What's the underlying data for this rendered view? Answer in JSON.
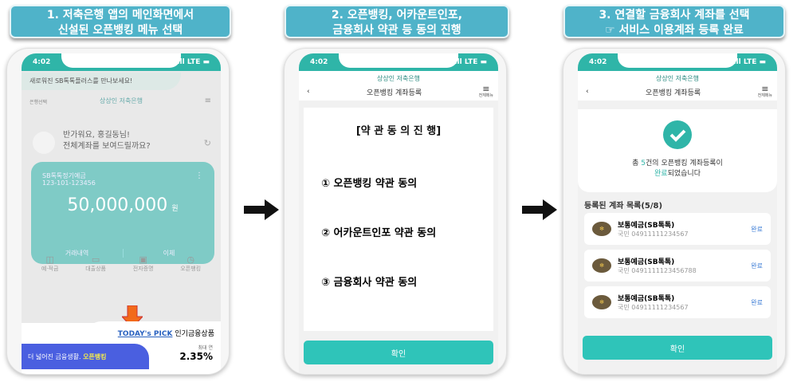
{
  "steps": [
    {
      "title_line1": "1. 저축은행 앱의 메인화면에서",
      "title_line2": "신설된 오픈뱅킹 메뉴 선택"
    },
    {
      "title_line1": "2. 오픈뱅킹, 어카운트인포,",
      "title_line2": "금융회사 약관 등 동의 진행"
    },
    {
      "title_line1": "3. 연결할 금융회사 계좌를 선택",
      "title_line2": "☞ 서비스 이용계좌 등록 완료"
    }
  ],
  "status": {
    "time": "4:02",
    "signal": "..ıll LTE ▬"
  },
  "phone1": {
    "banner": "새로워진 SB톡톡플러스를 만나보세요!",
    "bank_select": "은행선택",
    "logo": "상상인 저축은행",
    "greeting1": "반가워요, 홍길동님!",
    "greeting2": "전체계좌를 보여드릴까요?",
    "account_name": "SB톡톡정기예금",
    "account_number": "123-101-123456",
    "balance": "50,000,000",
    "currency": "원",
    "history": "거래내역",
    "transfer": "이체",
    "menu": [
      "예·적금",
      "대출상품",
      "전자증명",
      "오픈뱅킹"
    ],
    "todays_pick": "TODAY's PICK",
    "popular": "인기금융상품",
    "promo": "더 넓어진 금융생활.",
    "promo_highlight": "오픈뱅킹",
    "rate_label": "최대 연",
    "rate": "2.35%"
  },
  "phone2": {
    "logo": "상상인 저축은행",
    "title": "오픈뱅킹 계좌등록",
    "menu_label": "전체메뉴",
    "heading": "[약 관 동 의  진 행]",
    "items": [
      "① 오픈뱅킹 약관 동의",
      "② 어카운트인포 약관 동의",
      "③ 금융회사 약관 동의"
    ],
    "confirm": "확인"
  },
  "phone3": {
    "logo": "상상인 저축은행",
    "title": "오픈뱅킹 계좌등록",
    "menu_label": "전체메뉴",
    "msg_pre": "총 ",
    "msg_count": "5",
    "msg_post": "건의 오픈뱅킹 계좌등록이",
    "msg2_hl": "완료",
    "msg2_post": "되었습니다",
    "list_title": "등록된 계좌 목록(5/8)",
    "accounts": [
      {
        "name": "보통예금(SB톡톡)",
        "bank": "국민",
        "number": "04911111234567",
        "status": "완료"
      },
      {
        "name": "보통예금(SB톡톡)",
        "bank": "국민",
        "number": "0491111123456788",
        "status": "완료"
      },
      {
        "name": "보통예금(SB톡톡)",
        "bank": "국민",
        "number": "04911111234567",
        "status": "완료"
      }
    ],
    "confirm": "확인"
  },
  "colors": {
    "teal": "#2fb5a8",
    "header": "#4fb3c9",
    "promo": "#4a5fe0",
    "link": "#3a7bd5"
  }
}
